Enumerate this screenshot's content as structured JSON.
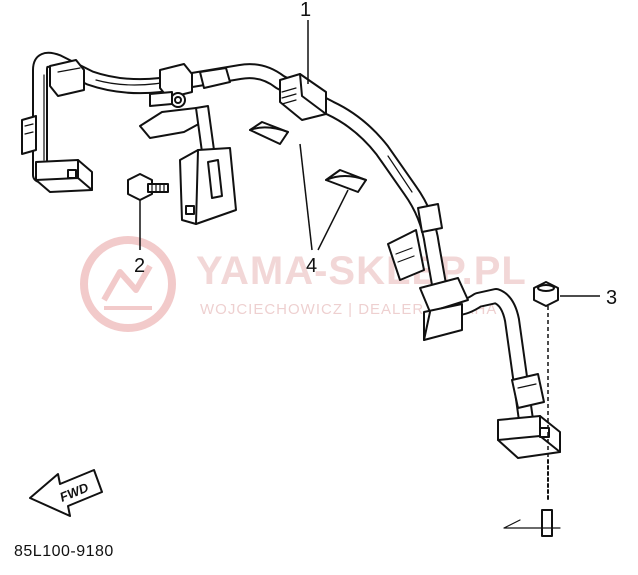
{
  "diagram": {
    "code": "85L100-9180",
    "callouts": [
      {
        "id": "1",
        "label": "1"
      },
      {
        "id": "2",
        "label": "2"
      },
      {
        "id": "3",
        "label": "3"
      },
      {
        "id": "4",
        "label": "4"
      }
    ],
    "fwd_label": "FWD"
  },
  "watermark": {
    "brand": "YAMA-SKLEP.PL",
    "subtitle": "WOJCIECHOWICZ | DEALER YAMAHA",
    "color": "#e8a0a0"
  }
}
